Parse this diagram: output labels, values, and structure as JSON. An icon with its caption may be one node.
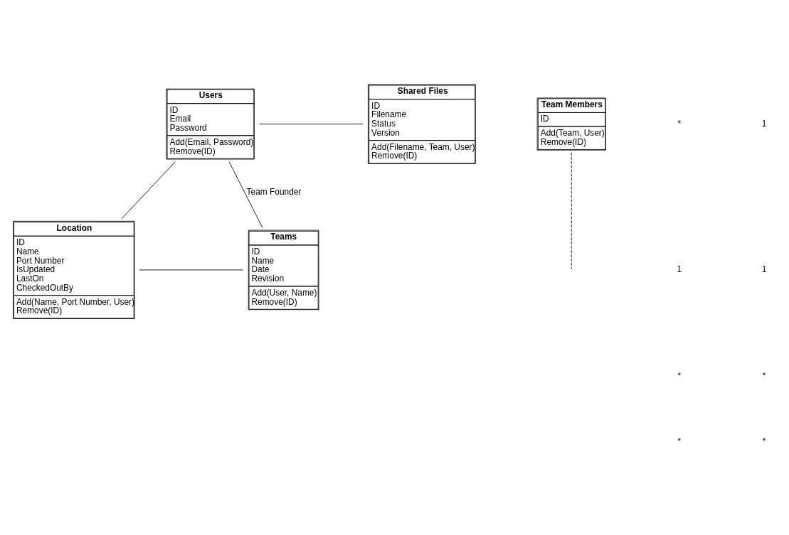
{
  "diagram": {
    "nodes": [
      {
        "text": [
          "Users",
          "ID",
          "Email",
          "Password",
          "Add(Email, Password)",
          "Remove(ID)"
        ]
      },
      {
        "text": [
          "Shared Files",
          "ID",
          "Filename",
          "Status",
          "Version",
          "Add(Filename, Team, User)",
          "Remove(ID)"
        ]
      },
      {
        "text": [
          "Location",
          "ID",
          "Name",
          "Port Number",
          "IsUpdated",
          "LastOn",
          "CheckedOutBy",
          "Add(Name, Port Number, User)",
          "Remove(ID)"
        ]
      },
      {
        "text": [
          "Teams",
          "ID",
          "Name",
          "Date",
          "Revision",
          "Add(User, Name)",
          "Remove(ID)"
        ]
      },
      {
        "text": [
          "Team Members",
          "ID",
          "Add(Team, User)",
          "Remove(ID)"
        ]
      }
    ],
    "edges": [
      {
        "from": 0,
        "to": 1,
        "arrow": "none"
      },
      {
        "from": 0,
        "to": 2,
        "arrow": "none"
      },
      {
        "from": 0,
        "to": 3,
        "arrow": "none",
        "label": "Team Founder"
      },
      {
        "from": 2,
        "to": 3,
        "arrow": "none"
      },
      {
        "from": 4,
        "to": null,
        "arrow": "none",
        "style": "dashed"
      }
    ],
    "labels": [
      "*",
      "1",
      "1",
      "1",
      "*",
      "*",
      "*",
      "*"
    ]
  }
}
